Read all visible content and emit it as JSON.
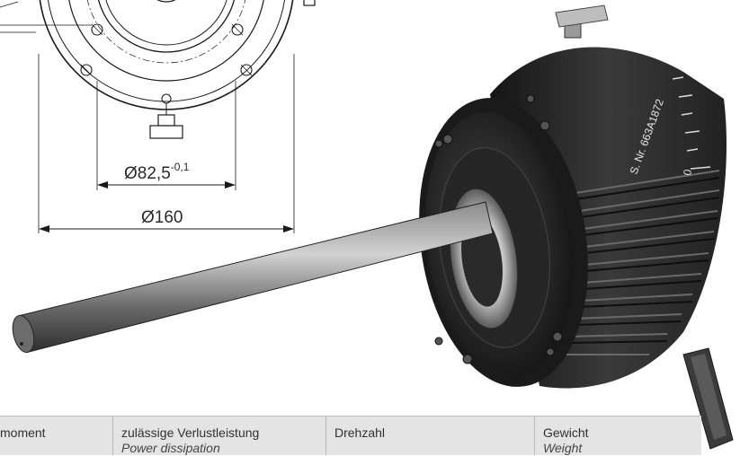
{
  "drawing": {
    "dimension_inner": "Ø82,5",
    "dimension_inner_tolerance": "-0,1",
    "dimension_outer": "Ø160",
    "serial_plate": "S. Nr. 663A1872",
    "scale_zero": "0"
  },
  "specs": {
    "columns": [
      {
        "de": "moment",
        "en": ""
      },
      {
        "de": "zulässige Verlustleistung",
        "en": "Power dissipation"
      },
      {
        "de": "Drehzahl",
        "en": ""
      },
      {
        "de": "Gewicht",
        "en": "Weight"
      }
    ]
  }
}
